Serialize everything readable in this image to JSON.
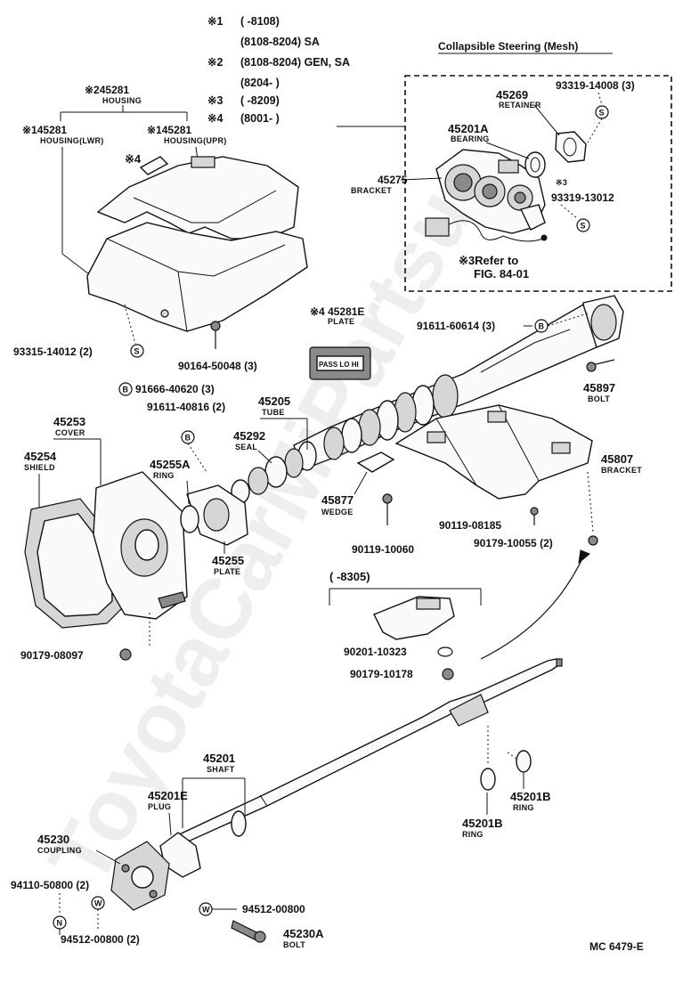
{
  "diagram": {
    "watermark": "ToyotaCarMiPartsu",
    "ref_code": "MC 6479-E",
    "notes": [
      {
        "mark": "※1",
        "range": "(      -8108)"
      },
      {
        "mark": "",
        "range": "(8108-8204) SA"
      },
      {
        "mark": "※2",
        "range": "(8108-8204) GEN, SA"
      },
      {
        "mark": "",
        "range": "(8204-        )"
      },
      {
        "mark": "※3",
        "range": "(      -8209)"
      },
      {
        "mark": "※4",
        "range": "(8001-        )"
      }
    ],
    "inset": {
      "title": "Collapsible Steering (Mesh)",
      "refer_text": "※3Refer to",
      "refer_fig": "FIG. 84-01",
      "n3_mark": "※3"
    },
    "range_box": "(      -8305)",
    "s_symbol": "S",
    "b_symbol": "B",
    "n_symbol": "N",
    "w_symbol": "W",
    "mark4": "※4",
    "plate_text": "PASS LO HI",
    "labels": {
      "p245281": "※245281",
      "housing": "HOUSING",
      "p145281_lwr": "※145281",
      "housing_lwr": "HOUSING(LWR)",
      "p145281_upr": "※145281",
      "housing_upr": "HOUSING(UPR)",
      "p93315": "93315-14012 (2)",
      "p90164": "90164-50048 (3)",
      "p45269": "45269",
      "retainer": "RETAINER",
      "p93319_14008": "93319-14008 (3)",
      "p45201A": "45201A",
      "bearing": "BEARING",
      "p45275": "45275",
      "bracket": "BRACKET",
      "p93319_13012": "93319-13012",
      "p45281E": "※4 45281E",
      "plate": "PLATE",
      "p91611_60614": "91611-60614 (3)",
      "p45897": "45897",
      "bolt": "BOLT",
      "p91666": "91666-40620 (3)",
      "p91611_40816": "91611-40816 (2)",
      "p45205": "45205",
      "tube": "TUBE",
      "p45292": "45292",
      "seal": "SEAL",
      "p45253": "45253",
      "cover": "COVER",
      "p45254": "45254",
      "shield": "SHIELD",
      "p45255A": "45255A",
      "ring": "RING",
      "p45255": "45255",
      "plate2": "PLATE",
      "p45877": "45877",
      "wedge": "WEDGE",
      "p90119_10060": "90119-10060",
      "p45807": "45807",
      "bracket2": "BRACKET",
      "p90119_08185": "90119-08185",
      "p90179_10055": "90179-10055 (2)",
      "p90179_08097": "90179-08097",
      "p90201": "90201-10323",
      "p90179_10178": "90179-10178",
      "p45201": "45201",
      "shaft": "SHAFT",
      "p45201E": "45201E",
      "plug": "PLUG",
      "p45230": "45230",
      "coupling": "COUPLING",
      "p94110": "94110-50800 (2)",
      "p94512_a": "94512-00800",
      "p94512_b": "94512-00800 (2)",
      "p45230A": "45230A",
      "bolt2": "BOLT",
      "p45201B_a": "45201B",
      "ring2": "RING",
      "p45201B_b": "45201B",
      "ring3": "RING"
    }
  }
}
